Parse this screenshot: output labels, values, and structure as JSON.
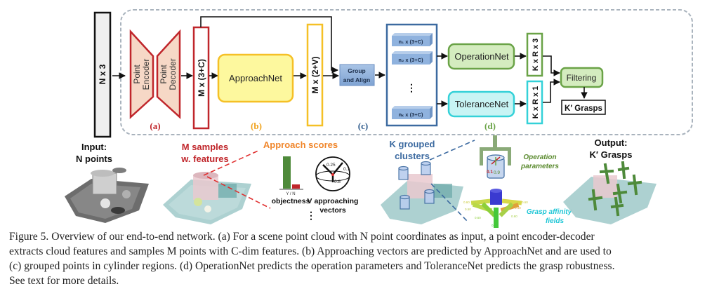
{
  "figure": {
    "input_block": "N x 3",
    "encoder_label": [
      "Point",
      "Encoder"
    ],
    "decoder_label": [
      "Point",
      "Decoder"
    ],
    "samples_block": "M x (3+C)",
    "approachnet": "ApproachNet",
    "approach_block": "M x (2+V)",
    "group_align": [
      "Group",
      "and Align"
    ],
    "clusters": [
      "n₁ x (3+C)",
      "n₂ x (3+C)",
      "⋮",
      "nₖ x (3+C)"
    ],
    "operationnet": "OperationNet",
    "tolerancenet": "ToleranceNet",
    "op_output": "K x R x 3",
    "tol_output": "K x R x 1",
    "filtering": "Filtering",
    "k_grasps": "K′ Grasps",
    "stage_labels": {
      "a": "(a)",
      "b": "(b)",
      "c": "(c)",
      "d": "(d)"
    },
    "colors": {
      "stage_a": "#c0262b",
      "stage_b": "#f0a21b",
      "stage_c": "#2e5b8c",
      "stage_d": "#6aa347",
      "tolerance": "#34d1d8",
      "approach_scores": "#f0862b",
      "grasp_affinity": "#1fc6d6",
      "operation_params": "#5a8a2e"
    }
  },
  "bottom": {
    "input_title": [
      "Input:",
      "N points"
    ],
    "samples_title": [
      "M samples",
      "w. features"
    ],
    "approach_scores_title": "Approach scores",
    "bar_axis": "Y / N",
    "objectness": "objectness",
    "approach_vectors": [
      "V approaching",
      "vectors"
    ],
    "sphere_values": [
      "0.25",
      "0.1",
      "0.8"
    ],
    "ellipsis": "⋮",
    "clusters_title": [
      "K grouped",
      "clusters"
    ],
    "operation_params": [
      "Operation",
      "parameters"
    ],
    "op_values": [
      "0.1",
      "0.9"
    ],
    "grasp_affinity": [
      "Grasp affinity",
      "fields"
    ],
    "affinity_values": [
      "0.60",
      "0.50",
      "0.60",
      "0.40",
      "0.60",
      "0.40",
      "0.60"
    ],
    "output_title": [
      "Output:",
      "K′ Grasps"
    ]
  },
  "caption": {
    "lines": [
      "Figure 5. Overview of our end-to-end network.  (a) For a scene point cloud with N point coordinates as input, a point encoder-decoder",
      "extracts cloud features and samples M points with C-dim features. (b) Approaching vectors are predicted by ApproachNet and are used to",
      "(c) grouped points in cylinder regions. (d) OperationNet predicts the operation parameters and ToleranceNet predicts the grasp robustness.",
      "See text for more details."
    ]
  }
}
